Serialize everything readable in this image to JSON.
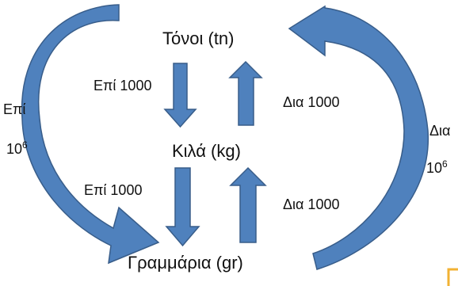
{
  "units": {
    "top": "Τόνοι (tn)",
    "middle": "Κιλά (kg)",
    "bottom": "Γραμμάρια (gr)"
  },
  "labels": {
    "times_1000_upper": "Επί  1000",
    "times_1000_lower": "Επί  1000",
    "div_1000_upper": "Δια  1000",
    "div_1000_lower": "Δια  1000",
    "times_left": "Επί",
    "div_right": "Δια",
    "ten_base_left": "10",
    "ten_exp_left": "6",
    "ten_base_right": "10",
    "ten_exp_right": "6"
  },
  "colors": {
    "arrow_fill": "#4f81bd",
    "arrow_stroke": "#385d8a",
    "box_border": "#f2b233"
  }
}
